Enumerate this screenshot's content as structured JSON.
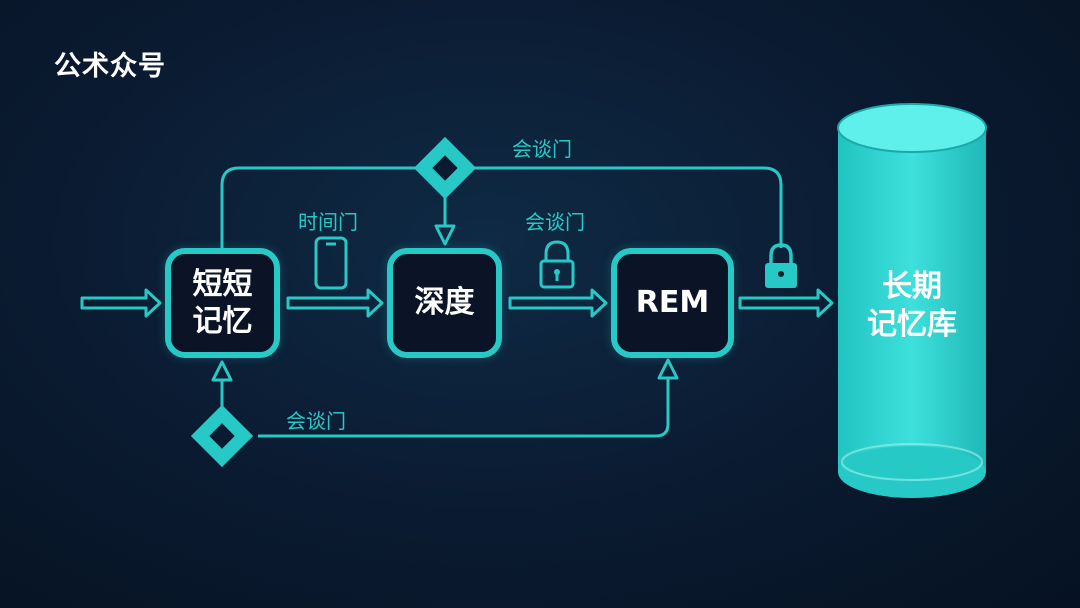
{
  "watermark": "公术众号",
  "nodes": {
    "short_term": "短短\n记忆",
    "deep": "深度",
    "rem": "REM",
    "long_term": "长期\n记忆库"
  },
  "gates": {
    "top": "会谈门",
    "time": "时间门",
    "middle": "会谈门",
    "bottom": "会谈门"
  },
  "colors": {
    "accent": "#27c9c6",
    "background": "#0a1a30",
    "text": "#ffffff"
  },
  "icons": [
    "phone-icon",
    "lock-icon",
    "diamond-gate-icon"
  ]
}
